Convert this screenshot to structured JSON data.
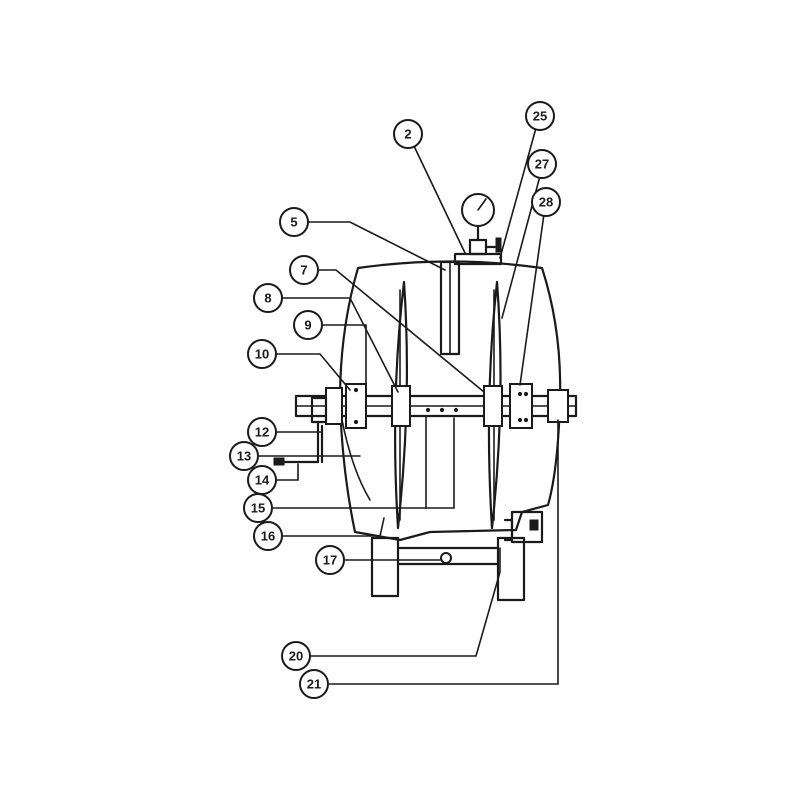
{
  "callouts": [
    {
      "id": "c2",
      "label": "2"
    },
    {
      "id": "c25",
      "label": "25"
    },
    {
      "id": "c27",
      "label": "27"
    },
    {
      "id": "c28",
      "label": "28"
    },
    {
      "id": "c5",
      "label": "5"
    },
    {
      "id": "c7",
      "label": "7"
    },
    {
      "id": "c8",
      "label": "8"
    },
    {
      "id": "c9",
      "label": "9"
    },
    {
      "id": "c10",
      "label": "10"
    },
    {
      "id": "c12",
      "label": "12"
    },
    {
      "id": "c13",
      "label": "13"
    },
    {
      "id": "c14",
      "label": "14"
    },
    {
      "id": "c15",
      "label": "15"
    },
    {
      "id": "c16",
      "label": "16"
    },
    {
      "id": "c17",
      "label": "17"
    },
    {
      "id": "c20",
      "label": "20"
    },
    {
      "id": "c21",
      "label": "21"
    }
  ]
}
